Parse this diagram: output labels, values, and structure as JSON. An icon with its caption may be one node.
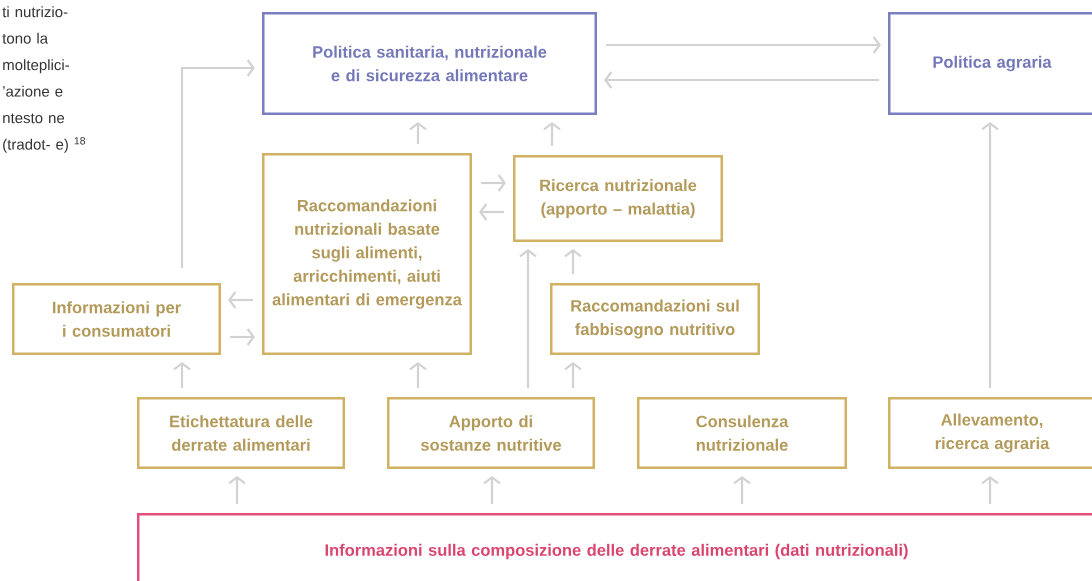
{
  "diagram": {
    "nodes": [
      {
        "text": [
          "Politica sanitaria, nutrizionale e di sicurezza alimentare"
        ]
      },
      {
        "text": [
          "Politica agraria"
        ]
      },
      {
        "text": [
          "Raccomandazioni nutrizionali basate sugli alimenti, arricchimenti, aiuti alimentari di emergenza"
        ]
      },
      {
        "text": [
          "Ricerca nutrizionale (apporto – malattia)"
        ]
      },
      {
        "text": [
          "Informazioni per i consumatori"
        ]
      },
      {
        "text": [
          "Raccomandazioni sul fabbisogno nutritivo"
        ]
      },
      {
        "text": [
          "Etichettatura delle derrate alimentari"
        ]
      },
      {
        "text": [
          "Apporto di sostanze nutritive"
        ]
      },
      {
        "text": [
          "Consulenza nutrizionale"
        ]
      },
      {
        "text": [
          "Allevamento, ricerca agraria"
        ]
      },
      {
        "text": [
          "Informazioni sulla composizione delle derrate alimentari (dati nutrizionali)"
        ]
      }
    ],
    "edges": [
      {
        "from": 0,
        "to": 1,
        "arrow": "to"
      },
      {
        "from": 1,
        "to": 0,
        "arrow": "to"
      },
      {
        "from": 2,
        "to": 0,
        "arrow": "to"
      },
      {
        "from": 3,
        "to": 0,
        "arrow": "to"
      },
      {
        "from": 2,
        "to": 3,
        "arrow": "to"
      },
      {
        "from": 3,
        "to": 2,
        "arrow": "to"
      },
      {
        "from": 2,
        "to": 4,
        "arrow": "to"
      },
      {
        "from": 4,
        "to": 2,
        "arrow": "to"
      },
      {
        "from": 4,
        "to": 0,
        "arrow": "to"
      },
      {
        "from": 5,
        "to": 3,
        "arrow": "to"
      },
      {
        "from": 7,
        "to": 3,
        "arrow": "to"
      },
      {
        "from": 7,
        "to": 5,
        "arrow": "to"
      },
      {
        "from": 6,
        "to": 4,
        "arrow": "to"
      },
      {
        "from": 7,
        "to": 2,
        "arrow": "to"
      },
      {
        "from": 9,
        "to": 1,
        "arrow": "to"
      },
      {
        "from": 10,
        "to": 6,
        "arrow": "to"
      },
      {
        "from": 10,
        "to": 7,
        "arrow": "to"
      },
      {
        "from": 10,
        "to": 8,
        "arrow": "to"
      },
      {
        "from": 10,
        "to": 9,
        "arrow": "to"
      }
    ],
    "labels": [
      "ti nutrizio- tono la molteplici- ’azione e ntesto ne (tradot- e) $^{18}$"
    ]
  }
}
